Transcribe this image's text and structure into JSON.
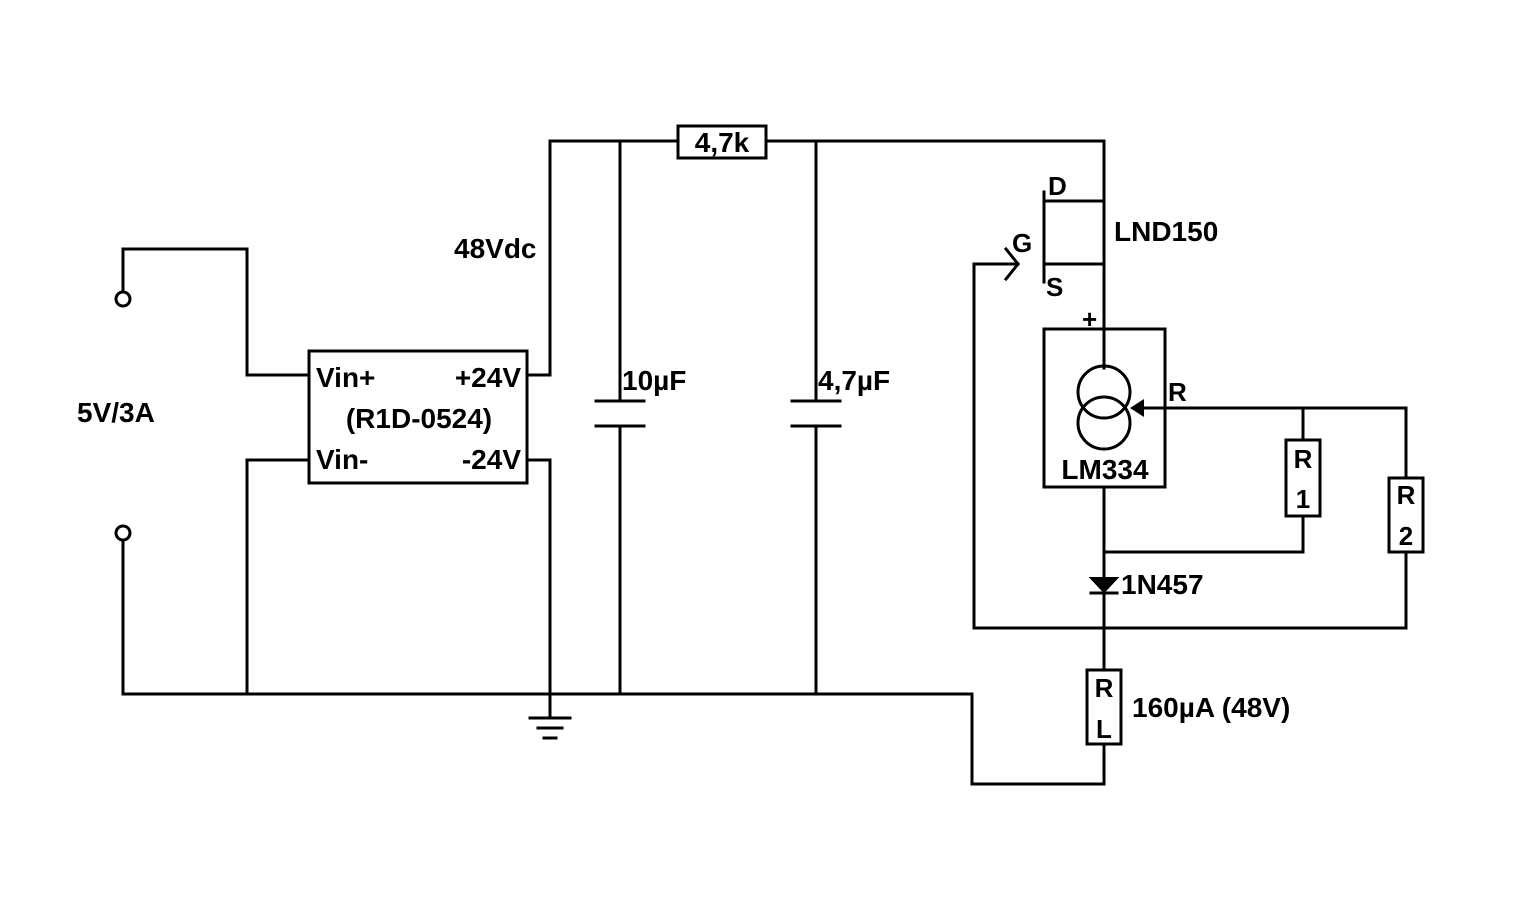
{
  "input": {
    "label": "5V/3A"
  },
  "converter": {
    "vin_plus": "Vin+",
    "vin_minus": "Vin-",
    "out_plus": "+24V",
    "out_minus": "-24V",
    "part": "(R1D-0524)"
  },
  "supply_label": "48Vdc",
  "resistor_series": {
    "label": "4,7k"
  },
  "cap1": {
    "label": "10µF"
  },
  "cap2": {
    "label": "4,7µF"
  },
  "mosfet": {
    "part": "LND150",
    "drain": "D",
    "gate": "G",
    "source": "S"
  },
  "current_source": {
    "part": "LM334",
    "plus": "+",
    "r_pin": "R"
  },
  "r1": {
    "line1": "R",
    "line2": "1"
  },
  "r2": {
    "line1": "R",
    "line2": "2"
  },
  "diode": {
    "part": "1N457"
  },
  "load": {
    "line1": "R",
    "line2": "L",
    "note": "160µA (48V)"
  }
}
